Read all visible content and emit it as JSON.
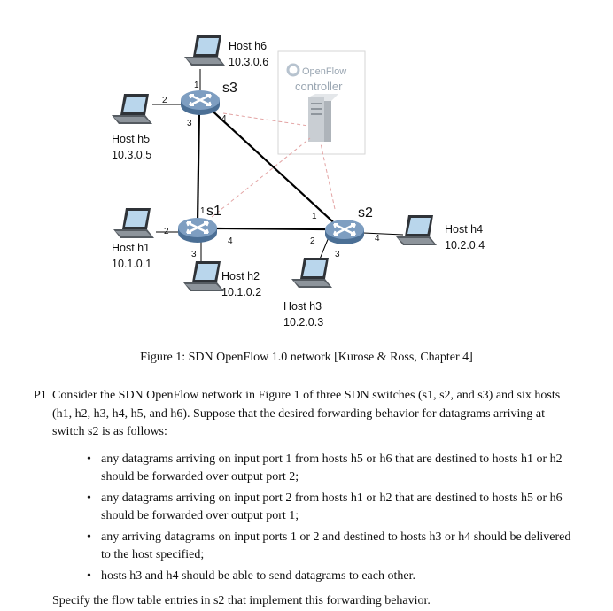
{
  "figure": {
    "hosts": [
      {
        "id": "h6",
        "name": "Host h6",
        "ip": "10.3.0.6"
      },
      {
        "id": "h5",
        "name": "Host h5",
        "ip": "10.3.0.5"
      },
      {
        "id": "h1",
        "name": "Host h1",
        "ip": "10.1.0.1"
      },
      {
        "id": "h2",
        "name": "Host h2",
        "ip": "10.1.0.2"
      },
      {
        "id": "h3",
        "name": "Host h3",
        "ip": "10.2.0.3"
      },
      {
        "id": "h4",
        "name": "Host h4",
        "ip": "10.2.0.4"
      }
    ],
    "switches": [
      {
        "id": "s1",
        "label": "s1"
      },
      {
        "id": "s2",
        "label": "s2"
      },
      {
        "id": "s3",
        "label": "s3"
      }
    ],
    "controller": {
      "brand": "OpenFlow",
      "label": "controller"
    },
    "ports": {
      "s3": [
        "1",
        "2",
        "3",
        "4"
      ],
      "s1": [
        "1",
        "2",
        "3",
        "4"
      ],
      "s2": [
        "1",
        "2",
        "3",
        "4"
      ]
    },
    "caption": "Figure 1: SDN OpenFlow 1.0 network [Kurose & Ross, Chapter 4]"
  },
  "problem": {
    "label": "P1",
    "intro": "Consider the SDN OpenFlow network in Figure 1 of three SDN switches (s1, s2, and s3) and six hosts (h1, h2, h3, h4, h5, and h6). Suppose that the desired forwarding behavior for datagrams arriving at switch s2 is as follows:",
    "bullets": [
      "any datagrams arriving on input port 1 from hosts h5 or h6 that are destined to hosts h1 or h2 should be forwarded over output port 2;",
      "any datagrams arriving on input port 2 from hosts h1 or h2 that are destined to hosts h5 or h6 should be forwarded over output port 1;",
      "any arriving datagrams on input ports 1 or 2 and destined to hosts h3 or h4 should be delivered to the host specified;",
      "hosts h3 and h4 should be able to send datagrams to each other."
    ],
    "closing": "Specify the flow table entries in s2 that implement this forwarding behavior."
  }
}
